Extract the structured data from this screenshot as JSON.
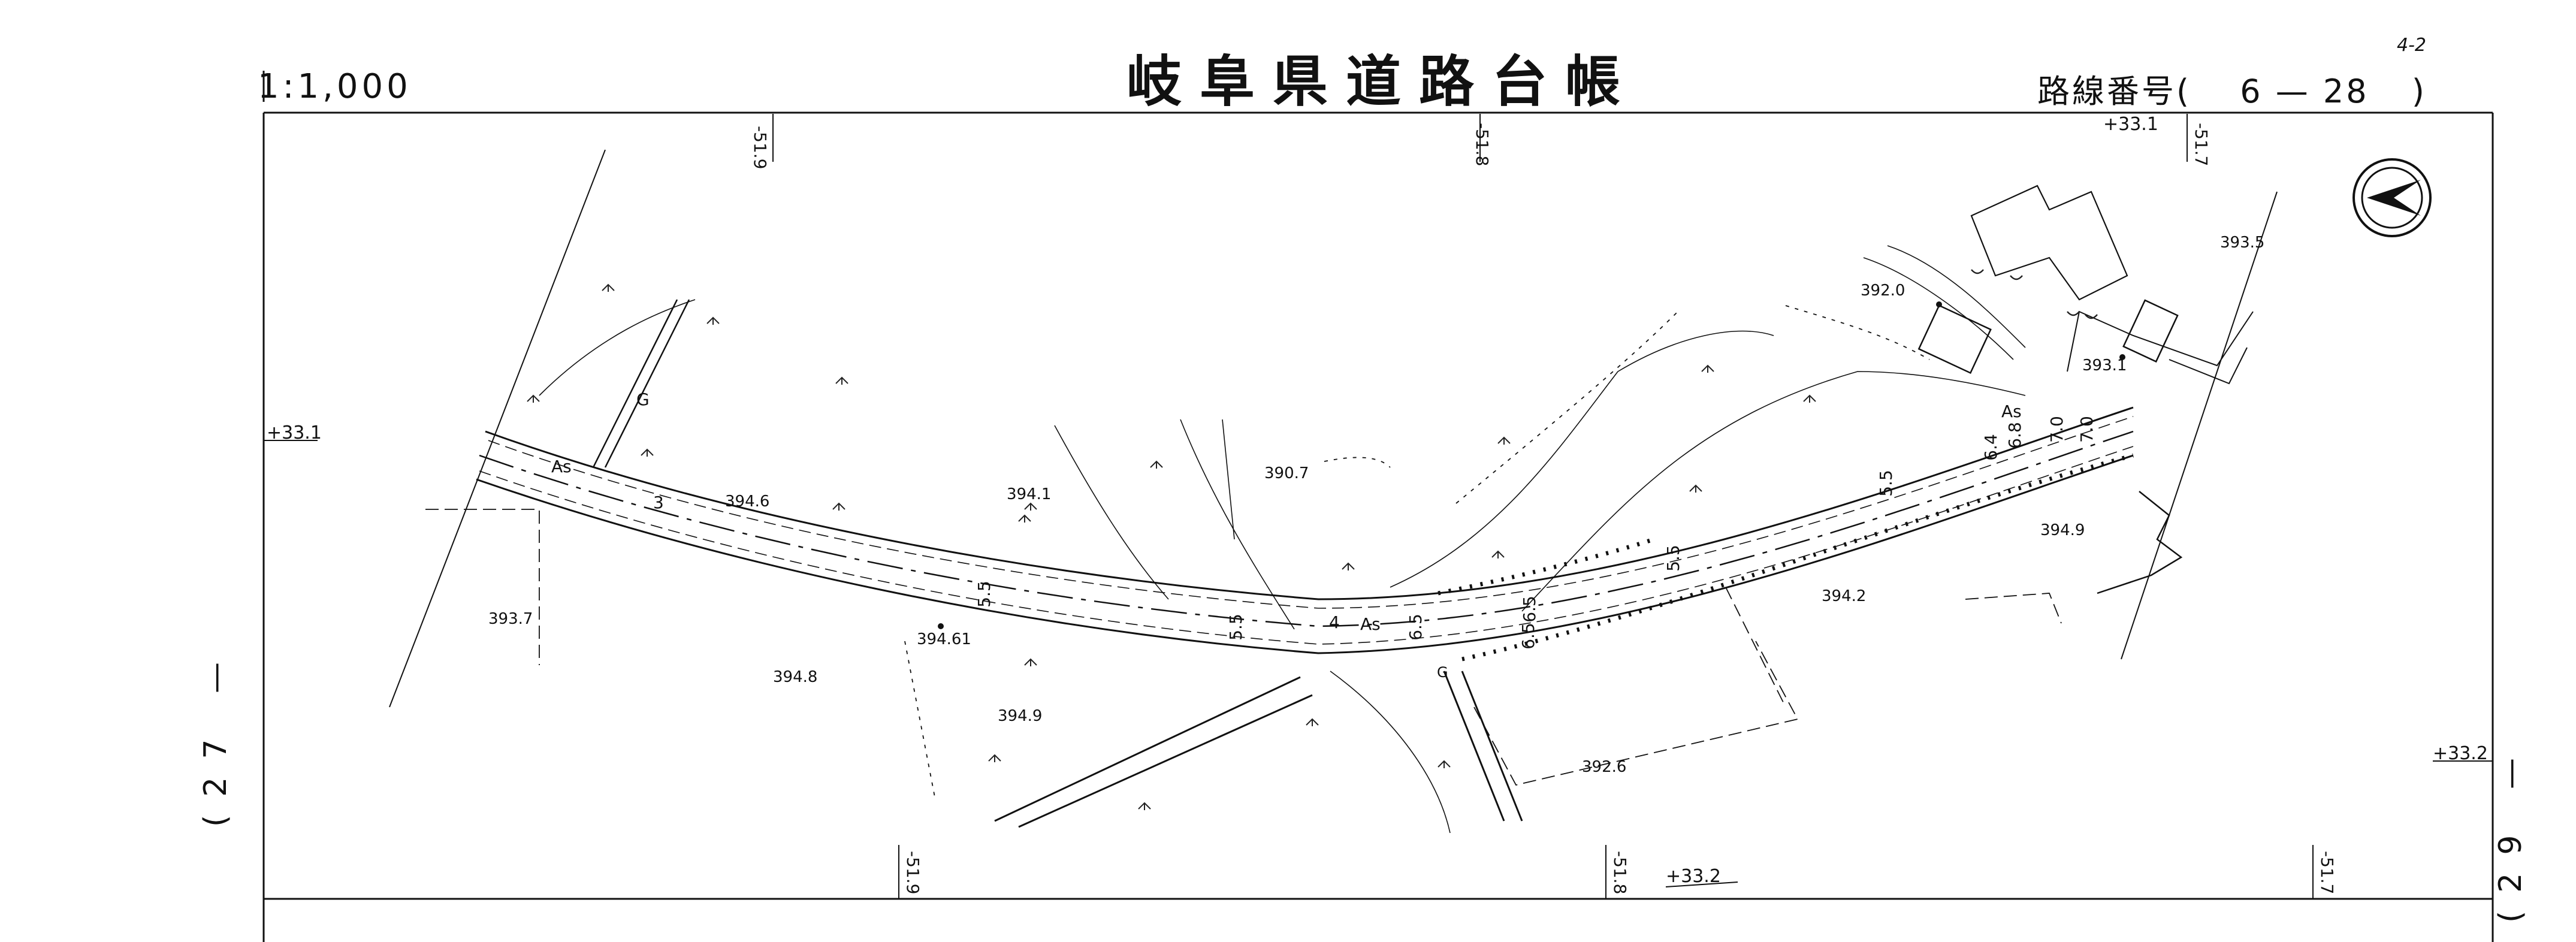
{
  "header": {
    "title": "岐阜県道路台帳",
    "scale": "1:1,000",
    "route_label": "路線番号(",
    "route_number": "6 — 28",
    "route_close": ")",
    "corner_mark": "4-2"
  },
  "sheet_refs": {
    "left": "(27 —",
    "right": "(29 —"
  },
  "grid_labels": {
    "top": [
      "-51.9",
      "-51.8",
      "+33.1",
      "-51.7"
    ],
    "left": "+33.1",
    "right": "+33.2",
    "bottom": [
      "-51.9",
      "-51.8",
      "+33.2",
      "-51.7"
    ]
  },
  "elevations": [
    "394.6",
    "394.1",
    "390.7",
    "393.7",
    "394.8",
    "394.61",
    "394.9",
    "392.6",
    "394.2",
    "394.9",
    "392.0",
    "393.5",
    "393.1"
  ],
  "road_labels": {
    "surface_1": "As",
    "surface_2": "As",
    "surface_3": "As",
    "widths": [
      "3",
      "5.5",
      "5.5",
      "4",
      "6.5",
      "6.5",
      "5.5",
      "6.5",
      "5.5",
      "6.4",
      "6.8",
      "7.0",
      "7.0"
    ],
    "g1": "G",
    "g2": "G"
  },
  "north_arrow": "north-arrow-icon"
}
